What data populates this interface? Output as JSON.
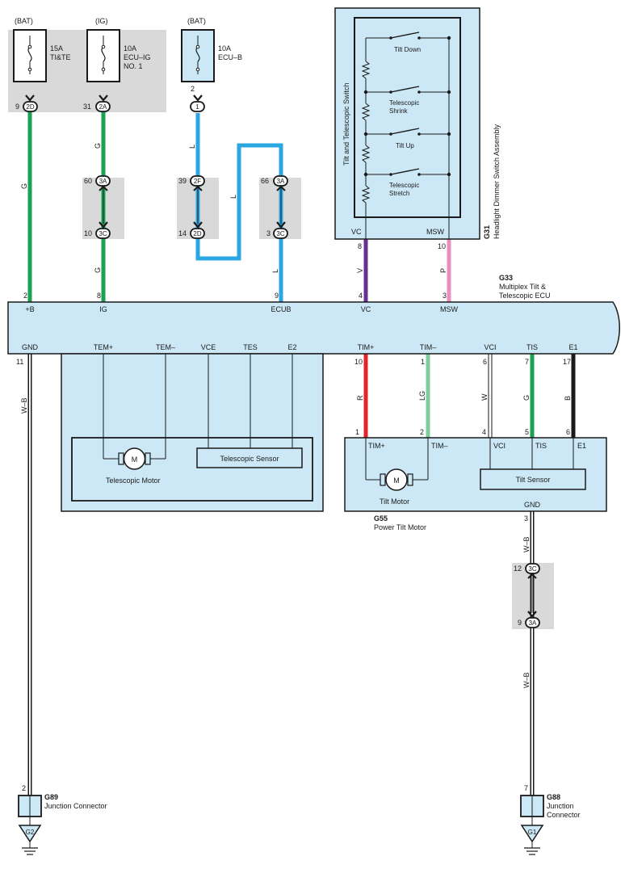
{
  "fuses": {
    "f1": {
      "source": "(BAT)",
      "rating": "15A",
      "name": "TI&TE",
      "name2": "",
      "out_pin": "9",
      "connector": "2D"
    },
    "f2": {
      "source": "(IG)",
      "rating": "10A",
      "name": "ECU–IG",
      "name2": "NO. 1",
      "out_pin": "31",
      "connector": "2A"
    },
    "f3": {
      "source": "(BAT)",
      "rating": "10A",
      "name": "ECU–B",
      "name2": "",
      "out_pin_top": "2",
      "out_pin": "",
      "connector": "1"
    }
  },
  "junctions": {
    "j1": {
      "top_pin": "60",
      "top_conn": "3A",
      "bot_pin": "10",
      "bot_conn": "3C"
    },
    "j2": {
      "top_pin": "39",
      "top_conn": "2F",
      "bot_pin": "14",
      "bot_conn": "2D"
    },
    "j3": {
      "top_pin": "66",
      "top_conn": "3A",
      "bot_pin": "3",
      "bot_conn": "3C"
    },
    "j4": {
      "top_pin": "12",
      "top_conn": "3C",
      "bot_pin": "9",
      "bot_conn": "3A"
    }
  },
  "wire_labels": {
    "w_g1": "G",
    "w_g2": "G",
    "w_g3": "G",
    "w_l1": "L",
    "w_l2": "L",
    "w_l3": "L",
    "w_v": "V",
    "w_p": "P",
    "w_wb1": "W–B",
    "w_r": "R",
    "w_lg": "LG",
    "w_w": "W",
    "w_g4": "G",
    "w_b": "B",
    "w_wb2": "W–B",
    "w_wb3": "W–B"
  },
  "switch_assembly": {
    "code": "G31",
    "name": "Headlight Dimmer Switch Assembly",
    "inner_label": "Tilt and Telescopic Switch",
    "switches": [
      "Tilt Down",
      "Telescopic",
      "Shrink",
      "Tilt Up",
      "Telescopic",
      "Stretch"
    ],
    "pin_vc": "VC",
    "pin_vc_no": "8",
    "pin_msw": "MSW",
    "pin_msw_no": "10"
  },
  "ecu": {
    "code": "G33",
    "name1": "Multiplex Tilt &",
    "name2": "Telescopic ECU",
    "top_pins": [
      {
        "no": "2",
        "name": "+B"
      },
      {
        "no": "8",
        "name": "IG"
      },
      {
        "no": "9",
        "name": "ECUB"
      },
      {
        "no": "4",
        "name": "VC"
      },
      {
        "no": "3",
        "name": "MSW"
      }
    ],
    "bottom_pins": [
      {
        "name": "GND",
        "no": "11"
      },
      {
        "name": "TEM+",
        "no": ""
      },
      {
        "name": "TEM–",
        "no": ""
      },
      {
        "name": "VCE",
        "no": ""
      },
      {
        "name": "TES",
        "no": ""
      },
      {
        "name": "E2",
        "no": ""
      },
      {
        "name": "TIM+",
        "no": "10"
      },
      {
        "name": "TIM–",
        "no": "1"
      },
      {
        "name": "VCI",
        "no": "6"
      },
      {
        "name": "TIS",
        "no": "7"
      },
      {
        "name": "E1",
        "no": "17"
      }
    ]
  },
  "telescopic": {
    "motor_symbol": "M",
    "motor_label": "Telescopic Motor",
    "sensor_label": "Telescopic Sensor"
  },
  "tilt": {
    "code": "G55",
    "name": "Power Tilt Motor",
    "pins": [
      {
        "no": "1",
        "name": "TIM+"
      },
      {
        "no": "2",
        "name": "TIM–"
      },
      {
        "no": "4",
        "name": "VCI"
      },
      {
        "no": "5",
        "name": "TIS"
      },
      {
        "no": "6",
        "name": "E1"
      }
    ],
    "motor_symbol": "M",
    "motor_label": "Tilt Motor",
    "sensor_label": "Tilt Sensor",
    "gnd_label": "GND",
    "gnd_pin": "3"
  },
  "grounds": {
    "left": {
      "pin": "2",
      "code": "G89",
      "name": "Junction Connector",
      "name2": "",
      "ground": "G2"
    },
    "right": {
      "pin": "7",
      "code": "G88",
      "name": "Junction",
      "name2": "Connector",
      "ground": "G1"
    }
  },
  "colors": {
    "green": "#1aa152",
    "blue": "#2aa6e0",
    "violet": "#6a2d91",
    "pink": "#e88fbf",
    "red": "#e3242b",
    "lightgreen": "#7ccc9c",
    "black": "#1a1a1a",
    "panel": "#cce8f6",
    "grey": "#d9d9d9"
  }
}
